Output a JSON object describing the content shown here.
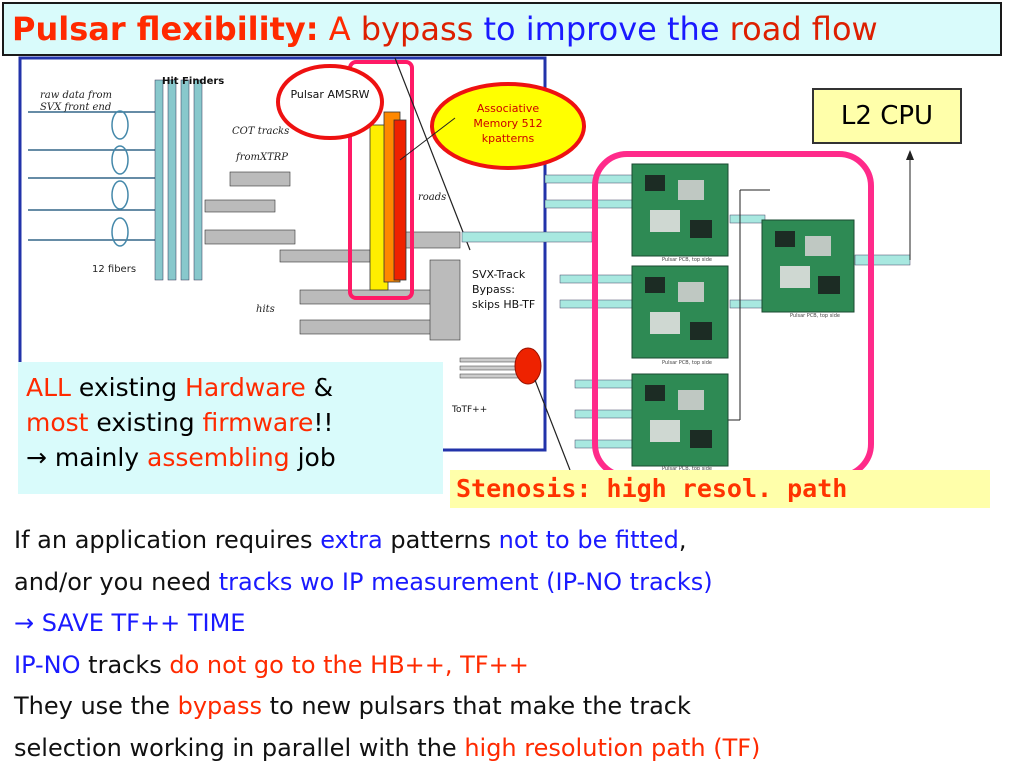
{
  "title": {
    "bold": "Pulsar flexibility",
    "colon": ":",
    "t1": " A ",
    "t2": "bypass",
    "t3": " to improve the ",
    "t4": "road flow"
  },
  "diagram": {
    "pulsar_amsrw": "Pulsar AMSRW",
    "assoc_memory": [
      "Associative",
      "Memory 512",
      "kpatterns"
    ],
    "svx_bypass": [
      "SVX-Track",
      "Bypass:",
      "skips HB-TF"
    ],
    "totf": "ToTF++",
    "hit_finders": "Hit Finders",
    "raw_data": [
      "raw data from",
      "SVX front end"
    ],
    "cot_tracks": [
      "COT tracks",
      "fromXTRP"
    ],
    "roads": "roads",
    "fibers": "12 fibers",
    "hits": "hits",
    "board_label": "Pulsar PCB, top side"
  },
  "l2cpu": "L2 CPU",
  "callout": {
    "l1a": "ALL",
    "l1b": " existing ",
    "l1c": "Hardware",
    "l1d": " &",
    "l2a": "most",
    "l2b": " existing ",
    "l2c": "firmware",
    "l2d": "!!",
    "l3a": "→ mainly ",
    "l3b": "assembling",
    "l3c": " job"
  },
  "stenosis": "Stenosis: high resol. path",
  "body": {
    "p1a": "If an application requires ",
    "p1b": "extra",
    "p1c": " patterns ",
    "p1d": "not to be fitted",
    "p1e": ",",
    "p2a": "and/or you need ",
    "p2b": "tracks wo IP measurement (IP-NO tracks)",
    "p3": "→  SAVE   TF++ TIME",
    "p4a": "IP-NO",
    "p4b": " tracks ",
    "p4c": "do not go to the HB++, TF++",
    "p5a": "They use the ",
    "p5b": "bypass",
    "p5c": " to new pulsars that make the track",
    "p6a": "selection working in parallel with the ",
    "p6b": "high resolution path (TF)"
  },
  "colors": {
    "red": "#ff2a00",
    "blue": "#1a1aff",
    "magenta": "#ff2a8a",
    "highlight_yellow": "#ffffaa",
    "highlight_cyan": "#d9fbfb"
  }
}
